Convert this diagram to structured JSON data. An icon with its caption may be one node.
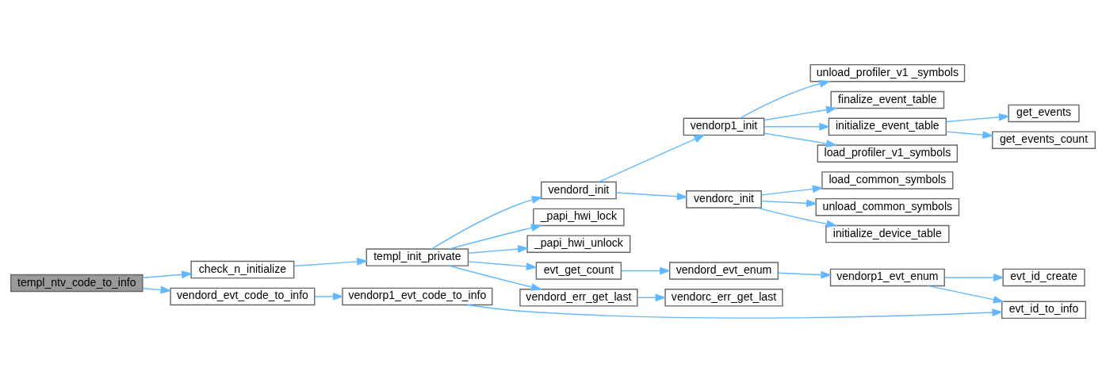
{
  "diagram": {
    "nodes": [
      {
        "text": [
          "templ_ntv_code_to_info"
        ]
      },
      {
        "text": [
          "check_n_initialize"
        ]
      },
      {
        "text": [
          "vendord_evt_code_to_info"
        ]
      },
      {
        "text": [
          "templ_init_private"
        ]
      },
      {
        "text": [
          "vendorp1_evt_code_to_info"
        ]
      },
      {
        "text": [
          "vendord_init"
        ]
      },
      {
        "text": [
          "_papi_hwi_lock"
        ]
      },
      {
        "text": [
          "_papi_hwi_unlock"
        ]
      },
      {
        "text": [
          "evt_get_count"
        ]
      },
      {
        "text": [
          "vendord_err_get_last"
        ]
      },
      {
        "text": [
          "vendorp1_init"
        ]
      },
      {
        "text": [
          "vendorc_init"
        ]
      },
      {
        "text": [
          "vendord_evt_enum"
        ]
      },
      {
        "text": [
          "vendorc_err_get_last"
        ]
      },
      {
        "text": [
          "unload_profiler_v1 _symbols"
        ]
      },
      {
        "text": [
          "finalize_event_table"
        ]
      },
      {
        "text": [
          "initialize_event_table"
        ]
      },
      {
        "text": [
          "load_profiler_v1_symbols"
        ]
      },
      {
        "text": [
          "load_common_symbols"
        ]
      },
      {
        "text": [
          "unload_common_symbols"
        ]
      },
      {
        "text": [
          "initialize_device_table"
        ]
      },
      {
        "text": [
          "vendorp1_evt_enum"
        ]
      },
      {
        "text": [
          "get_events"
        ]
      },
      {
        "text": [
          "get_events_count"
        ]
      },
      {
        "text": [
          "evt_id_create"
        ]
      },
      {
        "text": [
          "evt_id_to_info"
        ]
      }
    ],
    "edges": [
      {
        "from": 0,
        "to": 1,
        "arrow": "to"
      },
      {
        "from": 0,
        "to": 2,
        "arrow": "to"
      },
      {
        "from": 1,
        "to": 3,
        "arrow": "to"
      },
      {
        "from": 2,
        "to": 4,
        "arrow": "to"
      },
      {
        "from": 4,
        "to": 25,
        "arrow": "to"
      },
      {
        "from": 3,
        "to": 5,
        "arrow": "to"
      },
      {
        "from": 3,
        "to": 6,
        "arrow": "to"
      },
      {
        "from": 3,
        "to": 7,
        "arrow": "to"
      },
      {
        "from": 3,
        "to": 8,
        "arrow": "to"
      },
      {
        "from": 3,
        "to": 9,
        "arrow": "to"
      },
      {
        "from": 5,
        "to": 10,
        "arrow": "to"
      },
      {
        "from": 5,
        "to": 11,
        "arrow": "to"
      },
      {
        "from": 10,
        "to": 14,
        "arrow": "to"
      },
      {
        "from": 10,
        "to": 15,
        "arrow": "to"
      },
      {
        "from": 10,
        "to": 16,
        "arrow": "to"
      },
      {
        "from": 10,
        "to": 17,
        "arrow": "to"
      },
      {
        "from": 16,
        "to": 22,
        "arrow": "to"
      },
      {
        "from": 16,
        "to": 23,
        "arrow": "to"
      },
      {
        "from": 11,
        "to": 18,
        "arrow": "to"
      },
      {
        "from": 11,
        "to": 19,
        "arrow": "to"
      },
      {
        "from": 11,
        "to": 20,
        "arrow": "to"
      },
      {
        "from": 8,
        "to": 12,
        "arrow": "to"
      },
      {
        "from": 12,
        "to": 21,
        "arrow": "to"
      },
      {
        "from": 21,
        "to": 24,
        "arrow": "to"
      },
      {
        "from": 21,
        "to": 25,
        "arrow": "to"
      },
      {
        "from": 9,
        "to": 13,
        "arrow": "to"
      }
    ]
  }
}
